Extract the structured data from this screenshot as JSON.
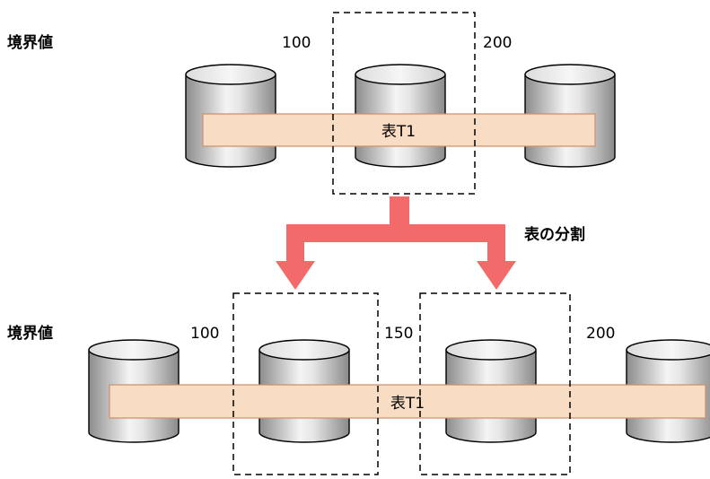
{
  "colors": {
    "arrow": "#f26a6a",
    "table_fill": "#f9dcc4",
    "table_stroke": "#c9906a",
    "cylinder_light": "#f2f2f2",
    "cylinder_dark": "#8c8c8c"
  },
  "top": {
    "boundary_label": "境界値",
    "boundaries": [
      "100",
      "200"
    ],
    "table_label": "表T1"
  },
  "split_label": "表の分割",
  "bottom": {
    "boundary_label": "境界値",
    "boundaries": [
      "100",
      "150",
      "200"
    ],
    "table_label": "表T1"
  }
}
